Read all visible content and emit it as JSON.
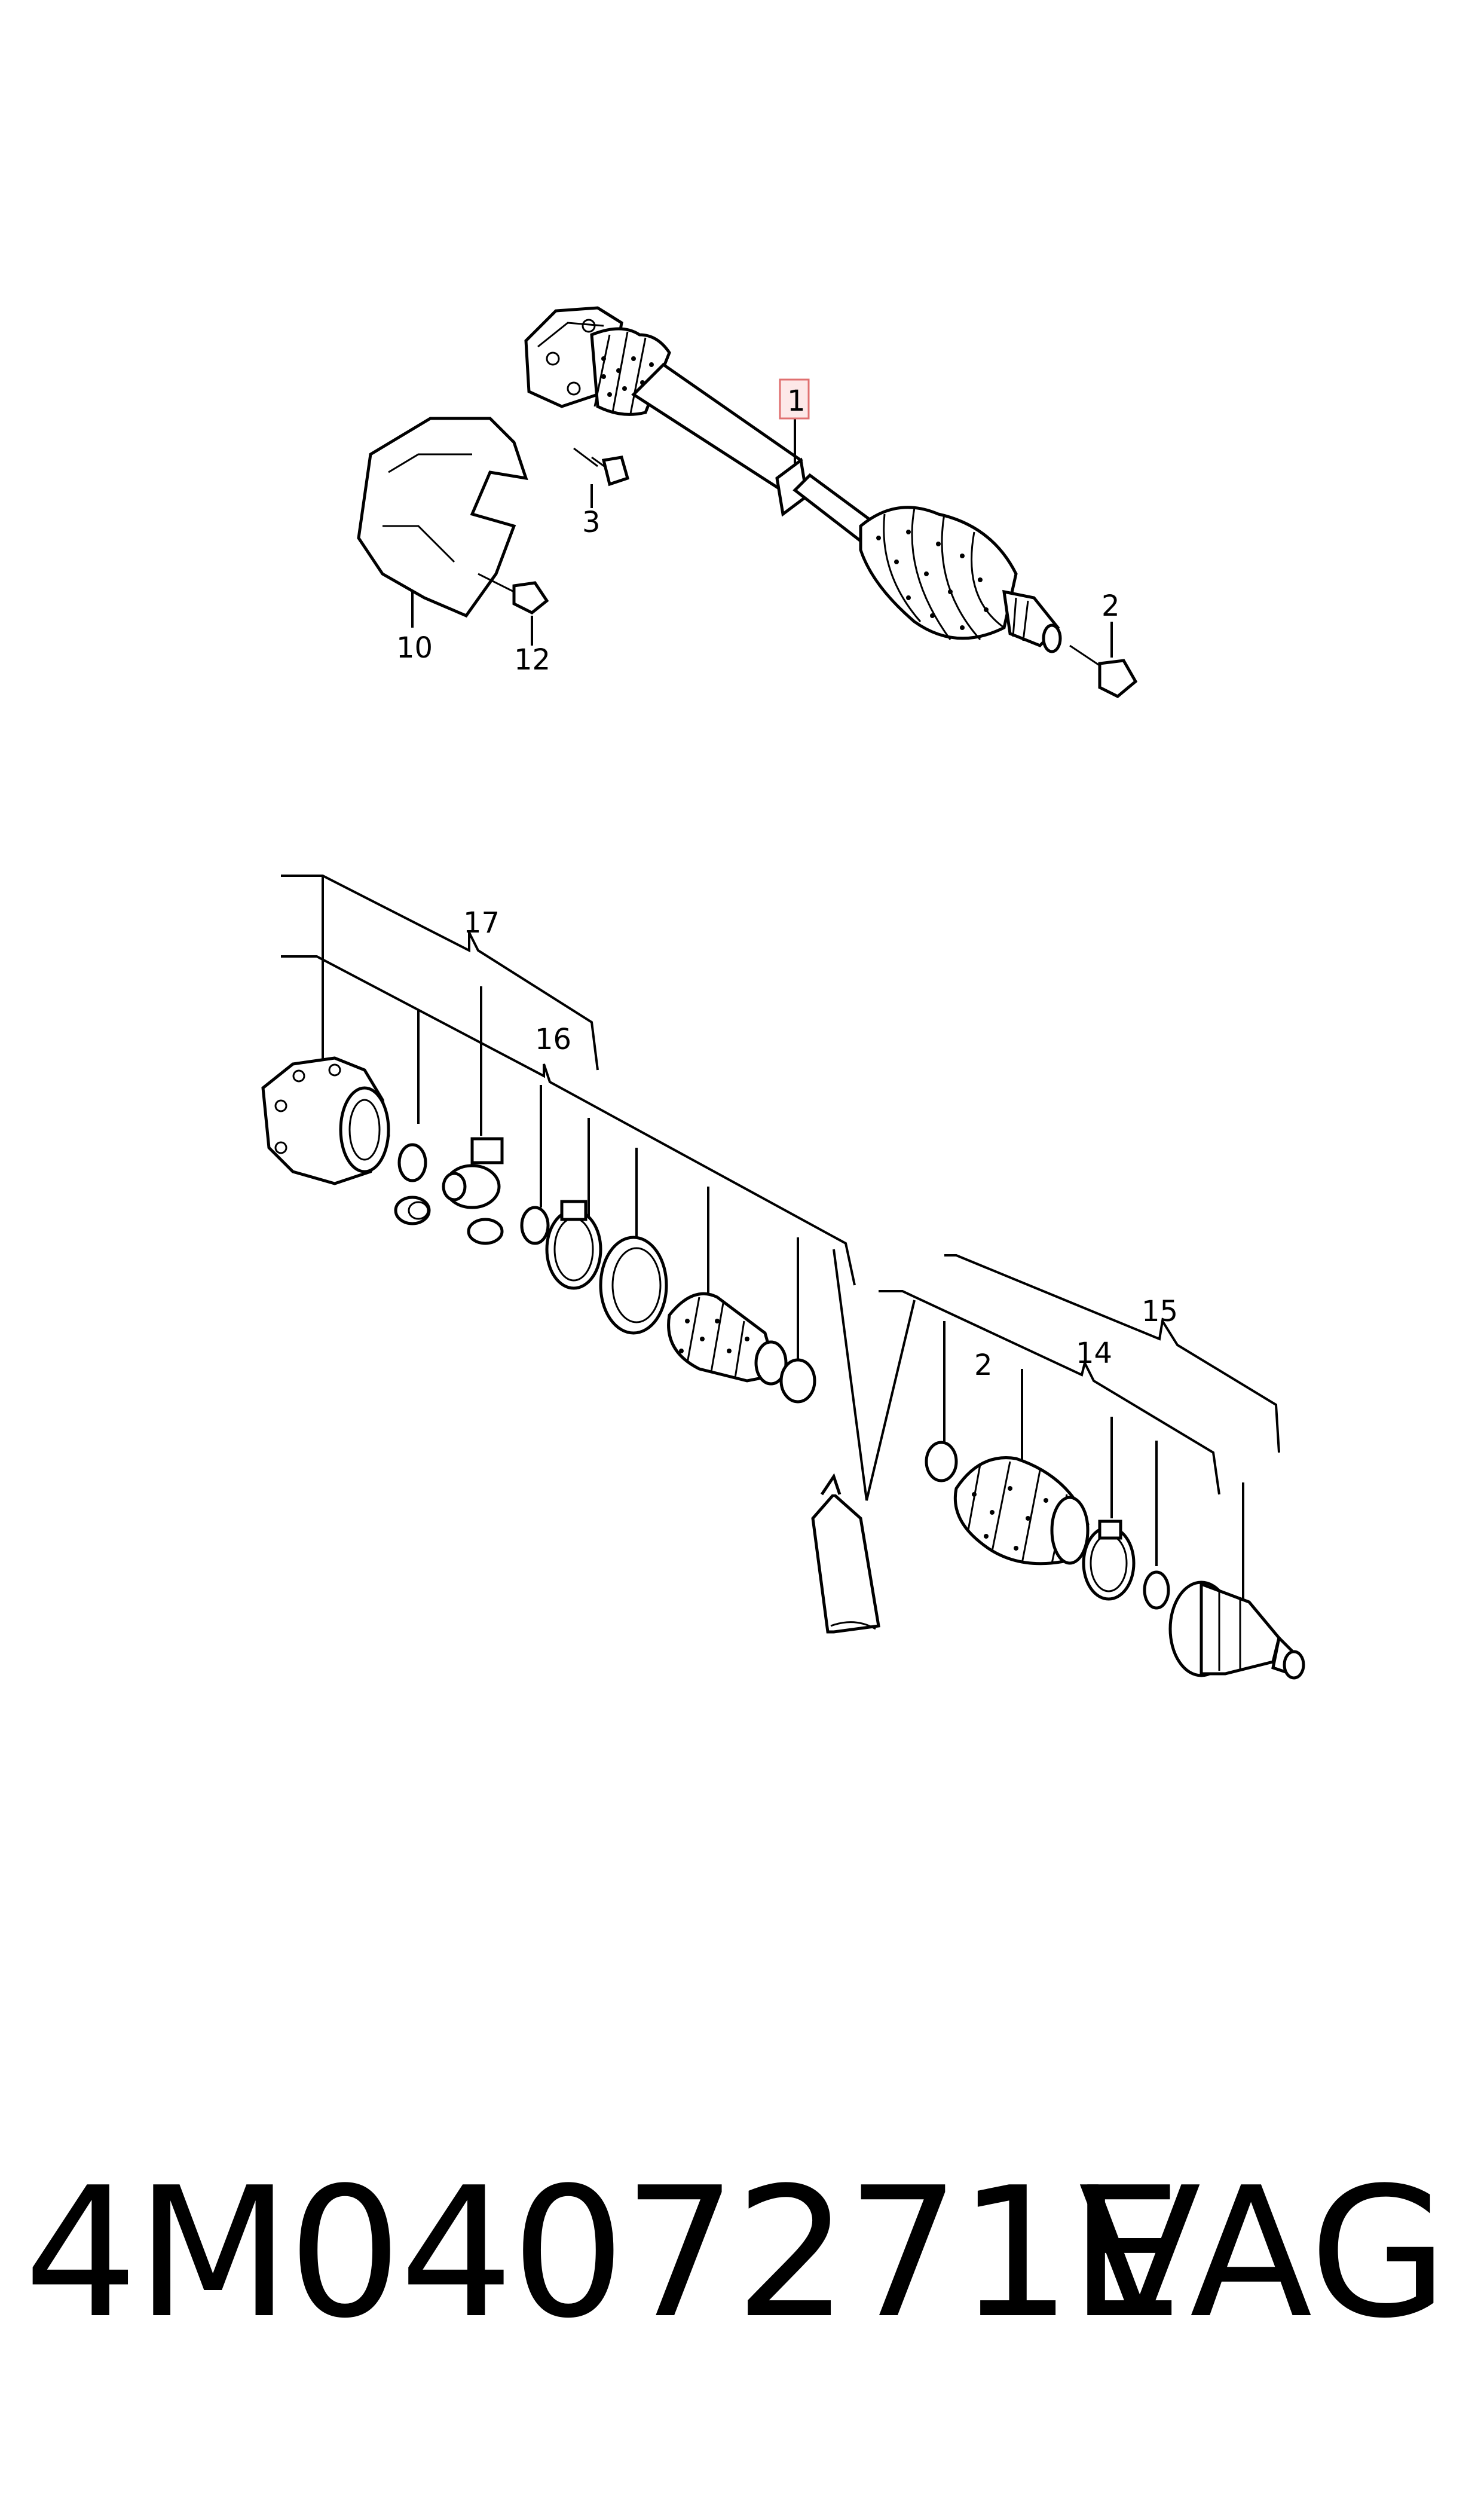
{
  "diagram": {
    "callouts": {
      "shaft": "1",
      "bolt_outer": "2",
      "bolt_flange": "3",
      "heat_shield": "10",
      "shield_bolt": "12",
      "outer_repair_kit": "2",
      "outer_joint_kit_a": "14",
      "outer_joint_kit_b": "15",
      "inner_repair_kit": "16",
      "inner_joint_kit": "17"
    }
  },
  "footer": {
    "part_number": "4M0407271E",
    "brand": "VAG"
  }
}
